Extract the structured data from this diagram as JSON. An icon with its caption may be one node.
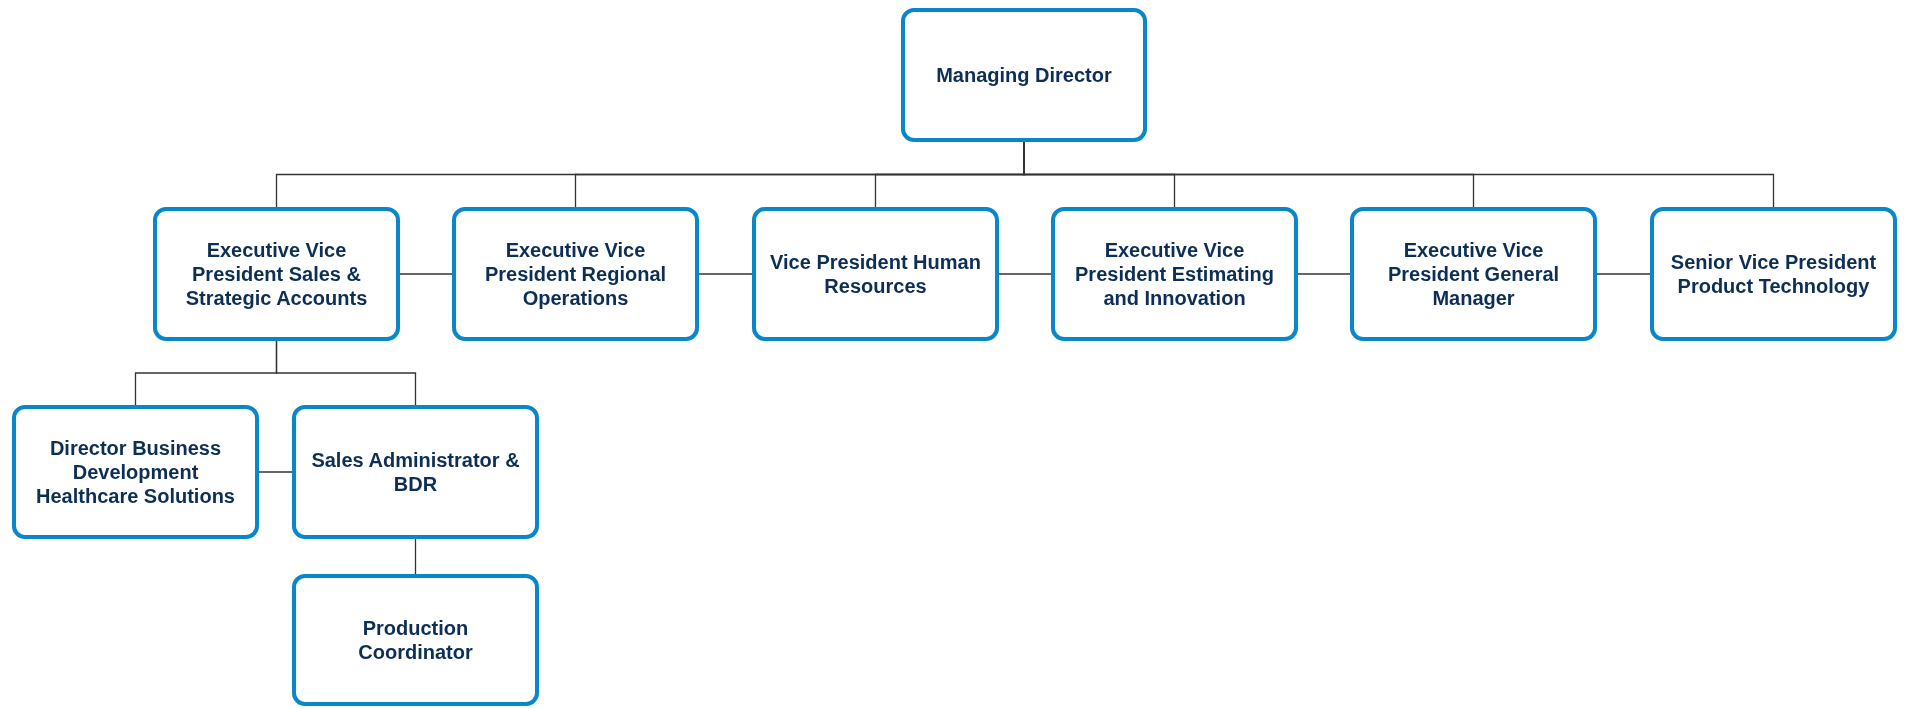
{
  "diagram": {
    "nodes": [
      {
        "text": [
          "Managing Director"
        ]
      },
      {
        "text": [
          "Executive Vice President Sales & Strategic Accounts"
        ]
      },
      {
        "text": [
          "Executive Vice President Regional Operations"
        ]
      },
      {
        "text": [
          "Vice President Human Resources"
        ]
      },
      {
        "text": [
          "Executive Vice President Estimating and Innovation"
        ]
      },
      {
        "text": [
          "Executive Vice President General Manager"
        ]
      },
      {
        "text": [
          "Senior Vice President Product Technology"
        ]
      },
      {
        "text": [
          "Director Business Development Healthcare Solutions"
        ]
      },
      {
        "text": [
          "Sales Administrator & BDR"
        ]
      },
      {
        "text": [
          "Production Coordinator"
        ]
      }
    ],
    "edges": [
      {
        "from": 0,
        "to": 1,
        "arrow": "none"
      },
      {
        "from": 0,
        "to": 2,
        "arrow": "none"
      },
      {
        "from": 0,
        "to": 3,
        "arrow": "none"
      },
      {
        "from": 0,
        "to": 4,
        "arrow": "none"
      },
      {
        "from": 0,
        "to": 5,
        "arrow": "none"
      },
      {
        "from": 0,
        "to": 6,
        "arrow": "none"
      },
      {
        "from": 1,
        "to": 2,
        "arrow": "none"
      },
      {
        "from": 2,
        "to": 3,
        "arrow": "none"
      },
      {
        "from": 3,
        "to": 4,
        "arrow": "none"
      },
      {
        "from": 4,
        "to": 5,
        "arrow": "none"
      },
      {
        "from": 5,
        "to": 6,
        "arrow": "none"
      },
      {
        "from": 1,
        "to": 7,
        "arrow": "none"
      },
      {
        "from": 1,
        "to": 8,
        "arrow": "none"
      },
      {
        "from": 7,
        "to": 8,
        "arrow": "none"
      },
      {
        "from": 8,
        "to": 9,
        "arrow": "none"
      }
    ]
  }
}
